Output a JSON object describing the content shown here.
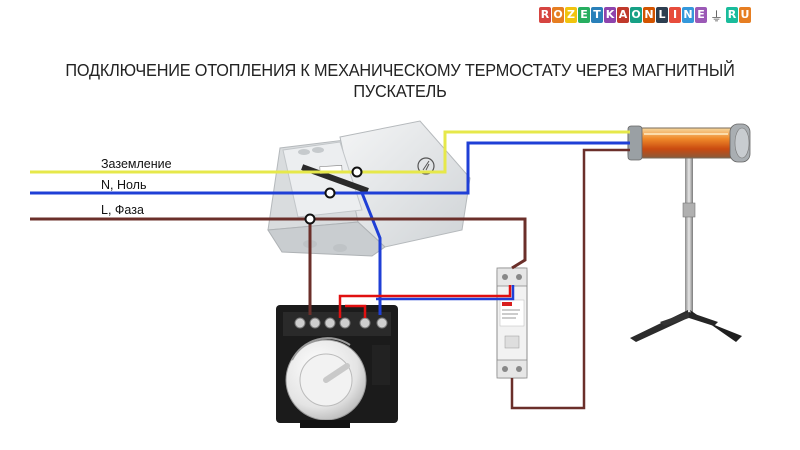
{
  "logo": {
    "text": "ROZETKAONLINE",
    "suffix": "RU",
    "letters": [
      "R",
      "O",
      "Z",
      "E",
      "T",
      "K",
      "A",
      "O",
      "N",
      "L",
      "I",
      "N",
      "E"
    ],
    "colors": [
      "#d64541",
      "#e67e22",
      "#f1c40f",
      "#27ae60",
      "#2980b9",
      "#8e44ad",
      "#c0392b",
      "#16a085",
      "#d35400",
      "#2c3e50",
      "#e74c3c",
      "#3498db",
      "#9b59b6",
      "#1abc9c",
      "#e67e22"
    ]
  },
  "title": "ПОДКЛЮЧЕНИЕ ОТОПЛЕНИЯ К МЕХАНИЧЕСКОМУ ТЕРМОСТАТУ ЧЕРЕЗ МАГНИТНЫЙ ПУСКАТЕЛЬ",
  "labels": {
    "ground": "Заземление",
    "neutral": "N, Ноль",
    "phase": "L, Фаза"
  },
  "colors": {
    "ground": "#e6e84a",
    "neutral": "#1f3fd6",
    "phase": "#6b2f2a",
    "red": "#e01010",
    "box": "#e9ecef"
  }
}
